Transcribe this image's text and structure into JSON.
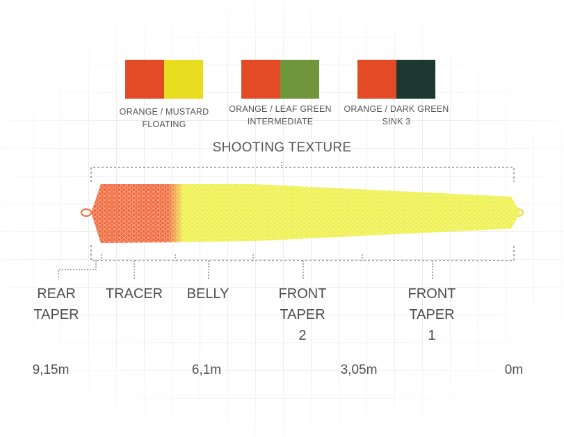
{
  "colorways": [
    {
      "label_line1": "ORANGE / MUSTARD",
      "label_line2": "FLOATING",
      "color_a": "#e24b26",
      "color_b": "#e7dc1f"
    },
    {
      "label_line1": "ORANGE / LEAF GREEN",
      "label_line2": "INTERMEDIATE",
      "color_a": "#e24b26",
      "color_b": "#6f963a"
    },
    {
      "label_line1": "ORANGE / DARK GREEN",
      "label_line2": "SINK 3",
      "color_a": "#e24b26",
      "color_b": "#1c3830"
    }
  ],
  "shooting_texture": "SHOOTING TEXTURE",
  "segments": [
    {
      "name": "REAR",
      "name2": "TAPER",
      "name3": ""
    },
    {
      "name": "TRACER",
      "name2": "",
      "name3": ""
    },
    {
      "name": "BELLY",
      "name2": "",
      "name3": ""
    },
    {
      "name": "FRONT",
      "name2": "TAPER",
      "name3": "2"
    },
    {
      "name": "FRONT",
      "name2": "TAPER",
      "name3": "1"
    }
  ],
  "distances": [
    "9,15m",
    "6,1m",
    "3,05m",
    "0m"
  ],
  "colors": {
    "tracer_orange": "#f06a3c",
    "line_yellow": "#eef04a",
    "dash": "#7a7a7a"
  }
}
